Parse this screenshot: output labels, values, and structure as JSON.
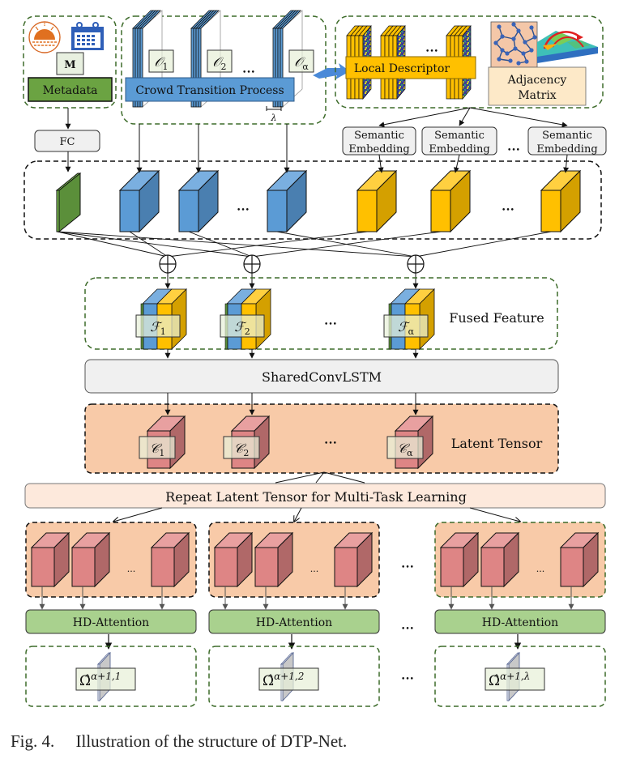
{
  "figure": {
    "caption": "Fig. 4.     Illustration of the structure of DTP-Net.",
    "colors": {
      "blue": "#5b9bd5",
      "blue_side": "#4a7fb0",
      "blue_top": "#7aafe0",
      "yellow": "#ffc000",
      "yellow_side": "#d4a000",
      "yellow_top": "#ffd040",
      "green": "#5b8f3a",
      "pink": "#de8585",
      "pink_side": "#b06868",
      "pink_top": "#e8a0a0",
      "latent_bg": "#f8caa8",
      "attention_green": "#a9d18e",
      "box_gray": "#f0f0f0",
      "dash_green": "#3d6b2a"
    }
  },
  "inputs": {
    "metadata": {
      "label": "Metadata",
      "symbol": "M",
      "icons": [
        "sunrise-icon",
        "calendar-icon"
      ]
    },
    "crowd": {
      "label": "Crowd Transition Process",
      "frames": [
        "O_1",
        "O_2",
        "O_α"
      ],
      "frame_labels": [
        {
          "base": "𝒪",
          "sub": "1"
        },
        {
          "base": "𝒪",
          "sub": "2"
        },
        {
          "base": "𝒪",
          "sub": "α"
        }
      ],
      "lambda": "λ",
      "ellipsis": "•••"
    },
    "descriptor": {
      "label": "Local Descriptor",
      "ellipsis": "•••"
    },
    "adjacency": {
      "line1": "Adjacency",
      "line2": "Matrix"
    }
  },
  "fc": {
    "label": "FC"
  },
  "semantic_embeddings": [
    {
      "line1": "Semantic",
      "line2": "Embedding"
    },
    {
      "line1": "Semantic",
      "line2": "Embedding"
    },
    {
      "line1": "Semantic",
      "line2": "Embedding"
    }
  ],
  "features_row": {
    "ellipsis_blue": "•••",
    "ellipsis_yellow": "•••"
  },
  "fused": {
    "label": "Fused Feature",
    "items": [
      {
        "base": "ℱ",
        "sub": "1"
      },
      {
        "base": "ℱ",
        "sub": "2"
      },
      {
        "base": "ℱ",
        "sub": "α"
      }
    ],
    "ellipsis": "•••",
    "operator": "⊕"
  },
  "shared": {
    "label": "SharedConvLSTM"
  },
  "latent": {
    "label": "Latent Tensor",
    "items": [
      {
        "base": "𝒞",
        "sub": "1"
      },
      {
        "base": "𝒞",
        "sub": "2"
      },
      {
        "base": "𝒞",
        "sub": "α"
      }
    ],
    "ellipsis": "•••"
  },
  "repeat": {
    "label": "Repeat Latent Tensor for Multi-Task Learning"
  },
  "tasks": [
    {
      "attention": "HD-Attention",
      "output_base": "Ω̂",
      "output_sup": "α+1,1",
      "inner_ellipsis": "..."
    },
    {
      "attention": "HD-Attention",
      "output_base": "Ω̂",
      "output_sup": "α+1,2",
      "inner_ellipsis": "..."
    },
    {
      "attention": "HD-Attention",
      "output_base": "Ω̂",
      "output_sup": "α+1,λ",
      "inner_ellipsis": "..."
    }
  ],
  "task_ellipsis": "•••"
}
